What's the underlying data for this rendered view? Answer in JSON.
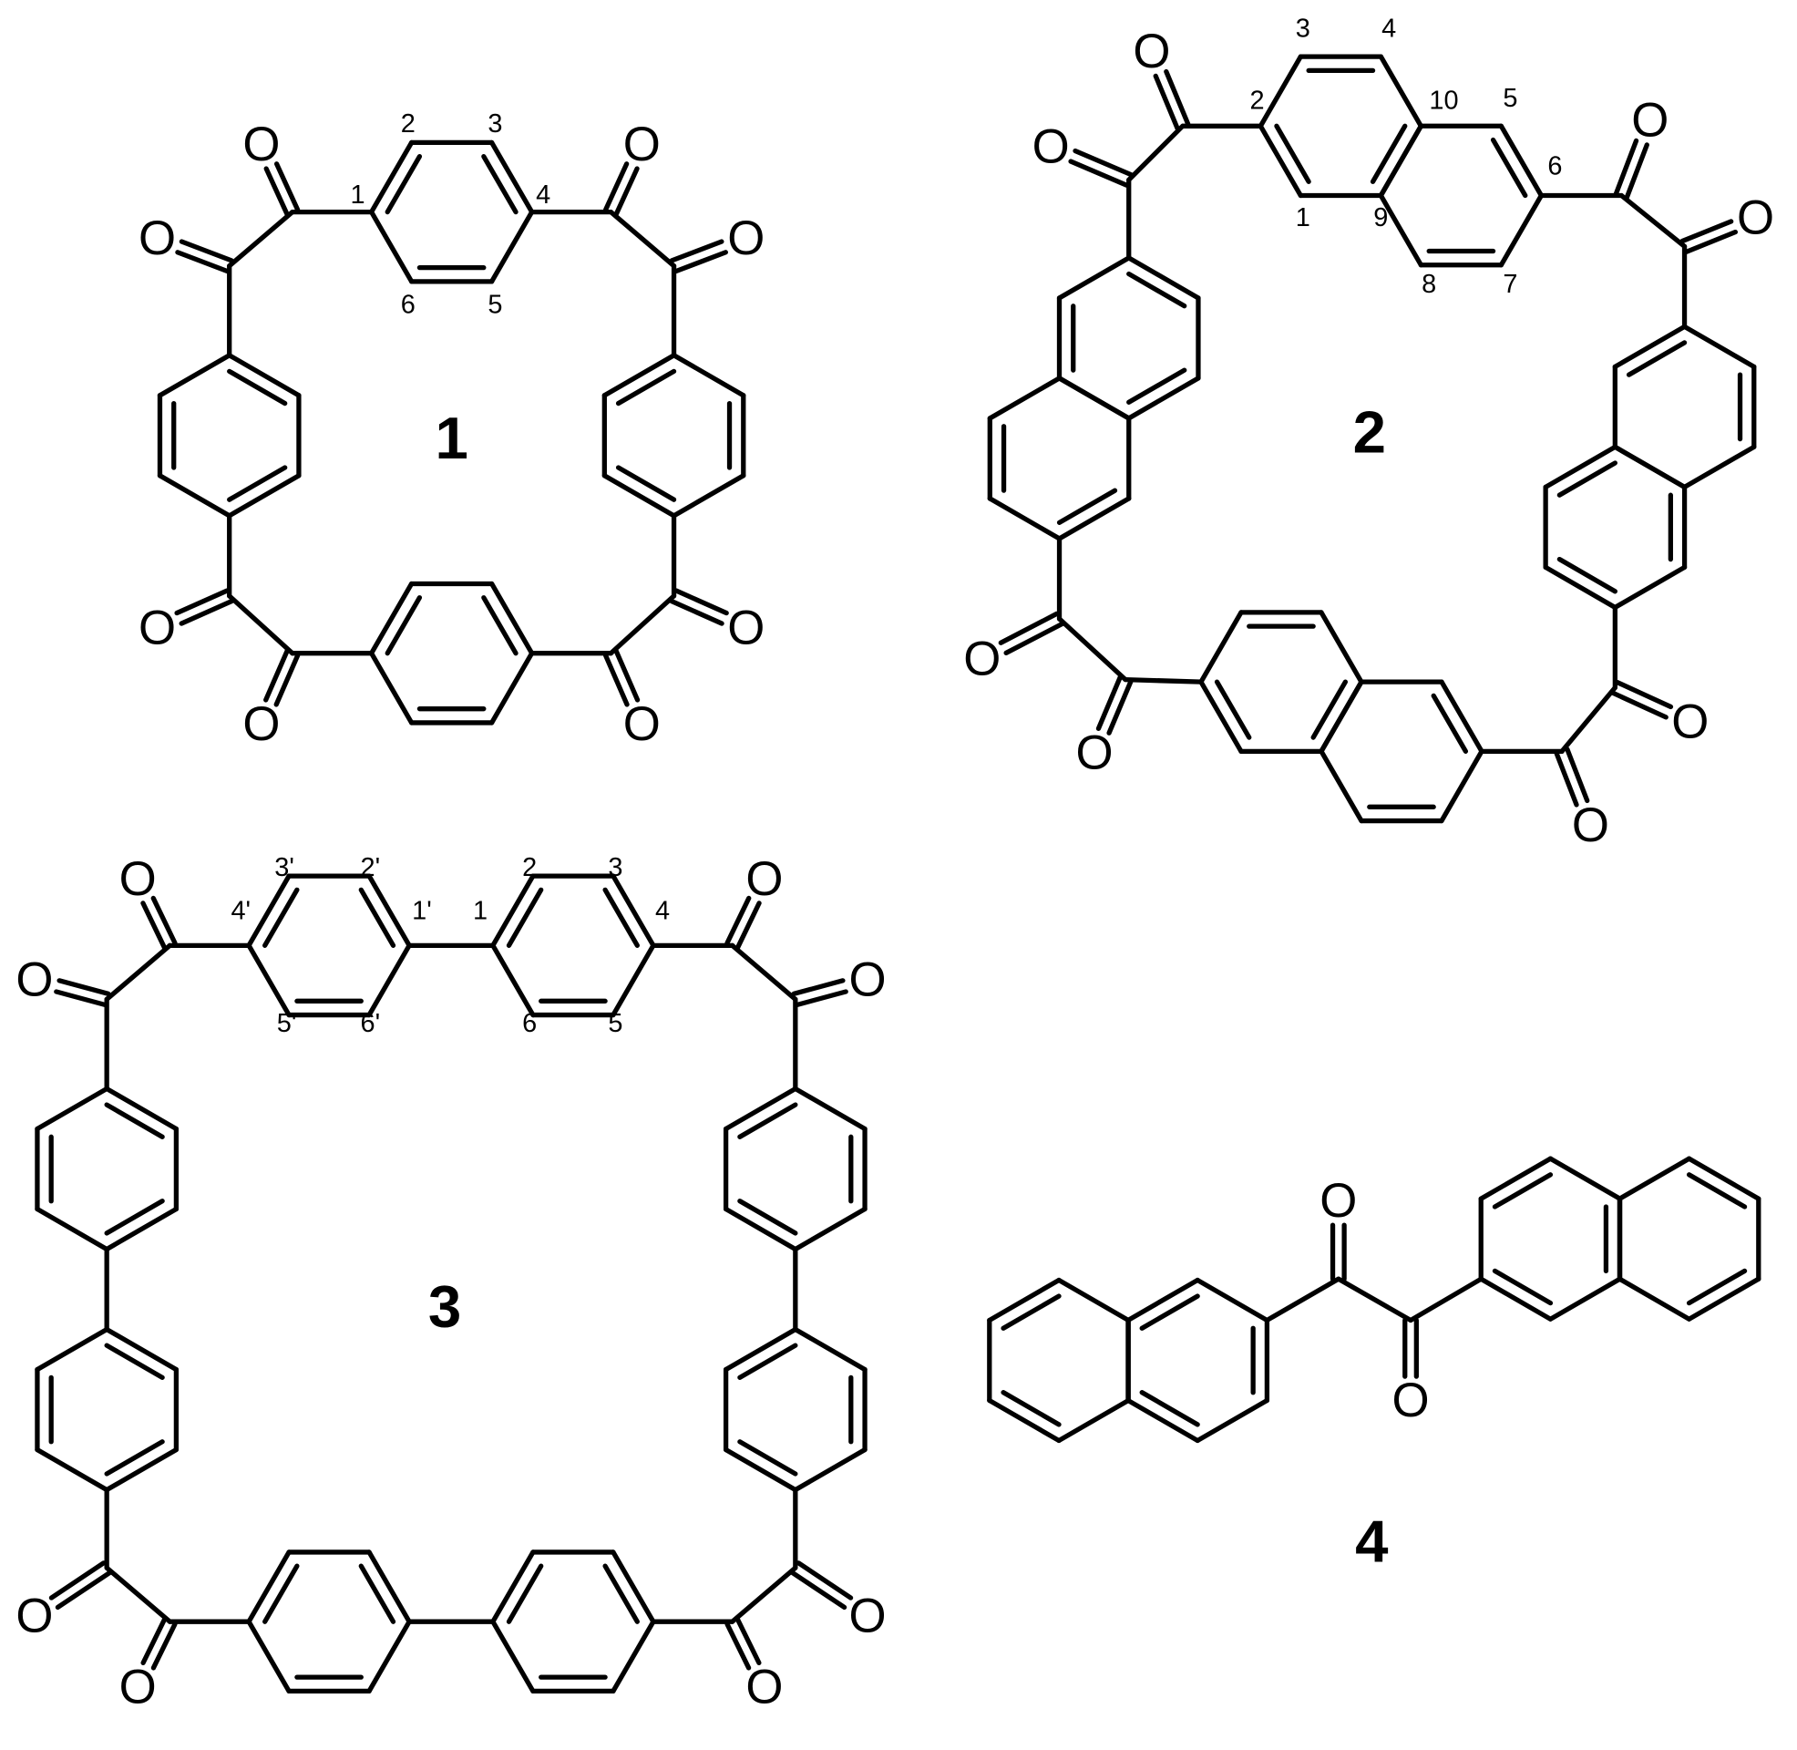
{
  "atom_symbol": "O",
  "compounds": [
    {
      "label": "1",
      "locants": [
        "1",
        "2",
        "3",
        "4",
        "5",
        "6"
      ]
    },
    {
      "label": "2",
      "locants": [
        "1",
        "2",
        "3",
        "4",
        "5",
        "6",
        "7",
        "8",
        "9",
        "10"
      ]
    },
    {
      "label": "3",
      "locants": [
        "1",
        "2",
        "3",
        "4",
        "5",
        "6",
        "1'",
        "2'",
        "3'",
        "4'",
        "5'",
        "6'"
      ]
    },
    {
      "label": "4"
    }
  ],
  "colors": {
    "ink": "#000000",
    "background": "#ffffff"
  }
}
